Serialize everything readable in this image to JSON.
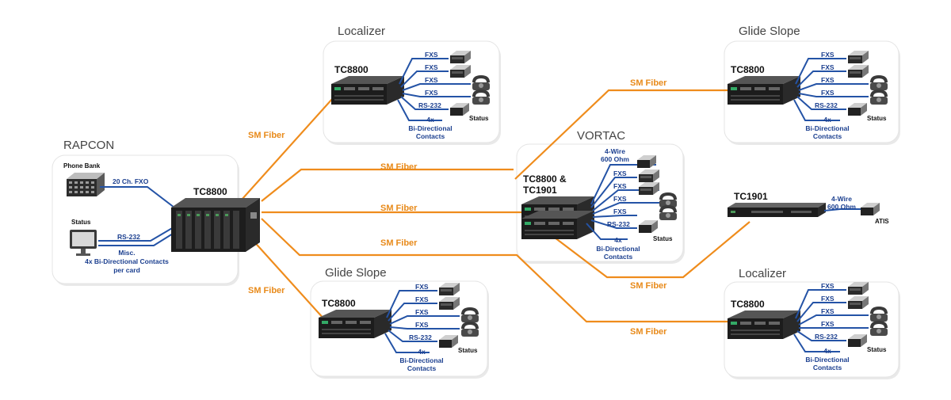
{
  "fiber_label": "SM Fiber",
  "sites": {
    "rapcon": {
      "title": "RAPCON",
      "device": "TC8800",
      "phone_bank": "Phone Bank",
      "fxo": "20 Ch. FXO",
      "status": "Status",
      "rs232": "RS-232",
      "misc1": "Misc.",
      "misc2": "4x Bi-Directional Contacts",
      "misc3": "per card"
    },
    "localizer_top": {
      "title": "Localizer",
      "device": "TC8800",
      "ports": [
        "FXS",
        "FXS",
        "FXS",
        "FXS",
        "RS-232"
      ],
      "status": "Status",
      "contacts_count": "4x",
      "contacts1": "Bi-Directional",
      "contacts2": "Contacts"
    },
    "glide_slope_bottom": {
      "title": "Glide Slope",
      "device": "TC8800",
      "ports": [
        "FXS",
        "FXS",
        "FXS",
        "FXS",
        "RS-232"
      ],
      "status": "Status",
      "contacts_count": "4x",
      "contacts1": "Bi-Directional",
      "contacts2": "Contacts"
    },
    "vortac": {
      "title": "VORTAC",
      "device1": "TC8800 &",
      "device2": "TC1901",
      "wire1": "4-Wire",
      "wire2": "600 Ohm",
      "ports": [
        "FXS",
        "FXS",
        "FXS",
        "FXS",
        "RS-232"
      ],
      "status": "Status",
      "contacts_count": "4x",
      "contacts1": "Bi-Directional",
      "contacts2": "Contacts"
    },
    "glide_slope_top": {
      "title": "Glide Slope",
      "device": "TC8800",
      "ports": [
        "FXS",
        "FXS",
        "FXS",
        "FXS",
        "RS-232"
      ],
      "status": "Status",
      "contacts_count": "4x",
      "contacts1": "Bi-Directional",
      "contacts2": "Contacts"
    },
    "atis": {
      "device": "TC1901",
      "wire1": "4-Wire",
      "wire2": "600 Ohm",
      "endpoint": "ATIS"
    },
    "localizer_bottom": {
      "title": "Localizer",
      "device": "TC8800",
      "ports": [
        "FXS",
        "FXS",
        "FXS",
        "FXS",
        "RS-232"
      ],
      "status": "Status",
      "contacts_count": "4x",
      "contacts1": "Bi-Directional",
      "contacts2": "Contacts"
    }
  }
}
